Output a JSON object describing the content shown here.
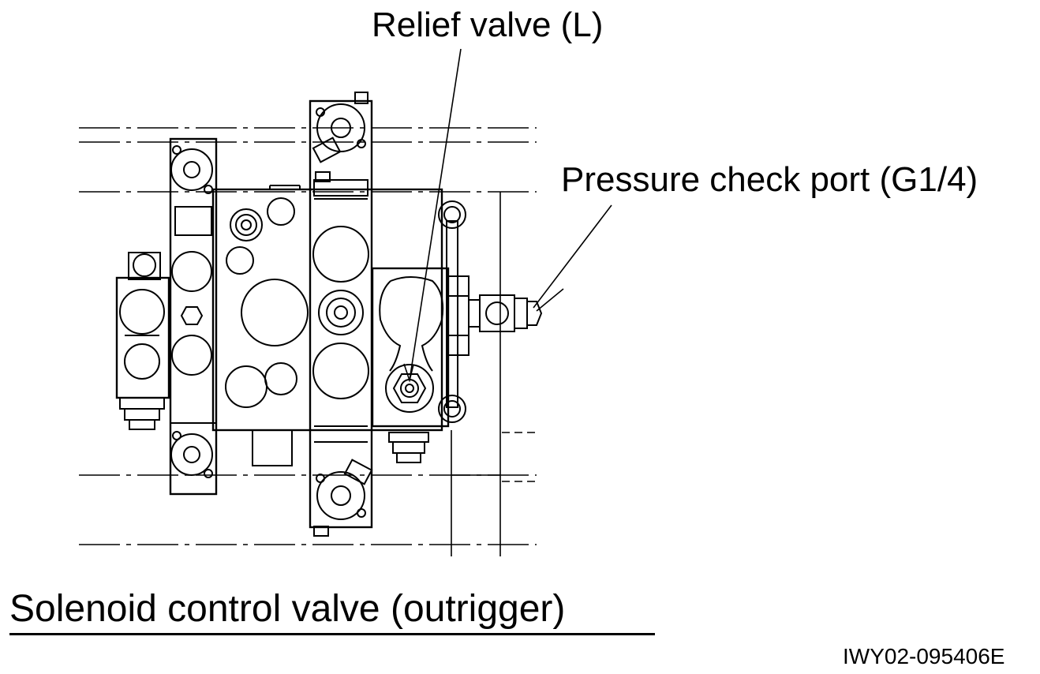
{
  "callouts": {
    "relief_valve": "Relief valve (L)",
    "pressure_check_port": "Pressure check port (G1/4)"
  },
  "caption": "Solenoid control valve (outrigger)",
  "figure_id": "IWY02-095406E",
  "colors": {
    "ink": "#000000",
    "paper": "#ffffff"
  }
}
